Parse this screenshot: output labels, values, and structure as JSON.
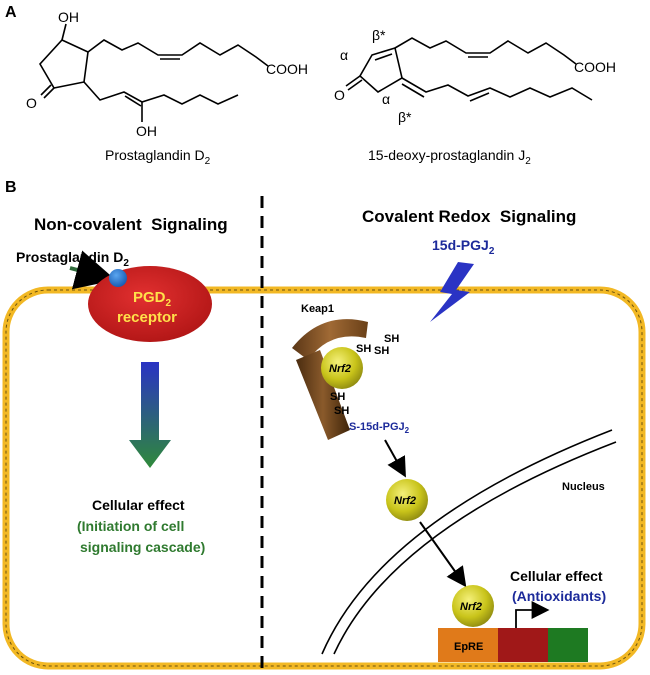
{
  "panel_a": {
    "label": "A",
    "pgd2": {
      "oh_top": "OH",
      "oh_bottom": "OH",
      "ketone_o": "O",
      "cooh": "COOH",
      "name_main": "Prostaglandin D",
      "name_sub": "2"
    },
    "pgj2": {
      "alpha1": "α",
      "alpha2": "α",
      "beta1": "β*",
      "beta2": "β*",
      "ketone_o": "O",
      "cooh": "COOH",
      "name_main": "15-deoxy-prostaglandin J",
      "name_sub": "2"
    }
  },
  "panel_b": {
    "label": "B",
    "left": {
      "heading": "Non-covalent  Signaling",
      "ligand_main": "Prostaglandin D",
      "ligand_sub": "2",
      "receptor_line1_main": "PGD",
      "receptor_line1_sub": "2",
      "receptor_line2": "receptor",
      "effect_title": "Cellular effect",
      "effect_line1": "(Initiation of cell",
      "effect_line2": "signaling cascade)"
    },
    "right": {
      "heading": "Covalent Redox  Signaling",
      "ligand_main": "15d-PGJ",
      "ligand_sub": "2",
      "keap1": "Keap1",
      "sh1": "SH",
      "sh2": "SH",
      "sh3": "SH",
      "sh4": "SH",
      "sh5": "SH",
      "nrf2_bound": "Nrf2",
      "adduct_main": "S-15d-PGJ",
      "adduct_sub": "2",
      "nrf2_free": "Nrf2",
      "nucleus": "Nucleus",
      "nrf2_nuclear": "Nrf2",
      "effect_title": "Cellular effect",
      "effect_line": "(Antioxidants)",
      "epre": "EpRE"
    }
  },
  "colors": {
    "membrane": "#f2b824",
    "receptor": "#cc1f1f",
    "receptor_text": "#ffe14a",
    "ligand_dot": "#1f6fc8",
    "keap1_top": "#8a5a2b",
    "keap1_bottom": "#5a3616",
    "nrf2": "#c9c41a",
    "bolt": "#2a33c4",
    "ligand_label": "#1c2a9a",
    "green_text": "#2f7a2f",
    "gradient_top": "#2a33c4",
    "gradient_bottom": "#2f8a3a",
    "epre_box": "#e07a1a",
    "red_box": "#a01818",
    "green_box": "#1e7a22"
  }
}
